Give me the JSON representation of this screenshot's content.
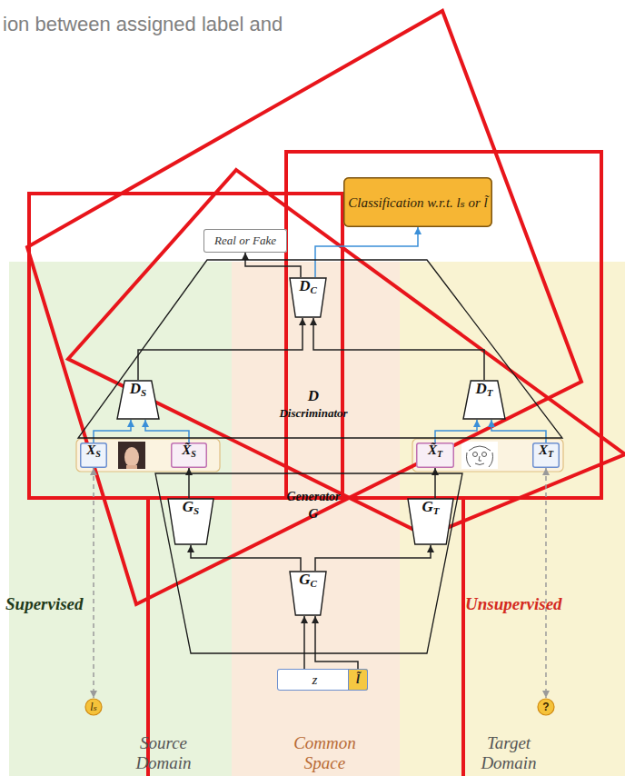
{
  "diagram": {
    "nodes": [
      {
        "text": [
          "Classification w.r.t. lₛ or l̃"
        ]
      },
      {
        "text": [
          "Real or Fake"
        ]
      },
      {
        "text": [
          "D",
          "Discriminator"
        ]
      },
      {
        "text": [
          "D",
          "C"
        ],
        "in": 2
      },
      {
        "text": [
          "D",
          "S"
        ],
        "in": 2
      },
      {
        "text": [
          "D",
          "T"
        ],
        "in": 2
      },
      {
        "text": [
          "X",
          "S"
        ]
      },
      {
        "text": [
          "X̃",
          "S"
        ]
      },
      {
        "text": [
          "X̃",
          "T"
        ]
      },
      {
        "text": [
          "X",
          "T"
        ]
      },
      {
        "text": [
          "Generator",
          "G"
        ]
      },
      {
        "text": [
          "G",
          "S"
        ],
        "in": 10
      },
      {
        "text": [
          "G",
          "T"
        ],
        "in": 10
      },
      {
        "text": [
          "G",
          "C"
        ],
        "in": 10
      },
      {
        "text": [
          "z"
        ]
      },
      {
        "text": [
          "l̃"
        ],
        "in": 14
      },
      {
        "text": [
          "lₛ"
        ]
      },
      {
        "text": [
          "?"
        ]
      }
    ],
    "edges": [
      {
        "from": 3,
        "to": 1,
        "arrow": "to"
      },
      {
        "from": 3,
        "to": 0,
        "arrow": "to"
      },
      {
        "from": 4,
        "to": 3,
        "arrow": "to"
      },
      {
        "from": 5,
        "to": 3,
        "arrow": "to"
      },
      {
        "from": 6,
        "to": 4,
        "arrow": "to"
      },
      {
        "from": 7,
        "to": 4,
        "arrow": "to"
      },
      {
        "from": 8,
        "to": 5,
        "arrow": "to"
      },
      {
        "from": 9,
        "to": 5,
        "arrow": "to"
      },
      {
        "from": 13,
        "to": 11,
        "arrow": "to"
      },
      {
        "from": 13,
        "to": 12,
        "arrow": "to"
      },
      {
        "from": 11,
        "to": 7,
        "arrow": "to"
      },
      {
        "from": 12,
        "to": 8,
        "arrow": "to"
      },
      {
        "from": 14,
        "to": 13,
        "arrow": "to"
      },
      {
        "from": 15,
        "to": 13,
        "arrow": "to"
      },
      {
        "from": 6,
        "to": 16,
        "arrow": "both"
      },
      {
        "from": 9,
        "to": 17,
        "arrow": "both"
      }
    ],
    "labels": [
      "ion between assigned label and",
      "Supervised",
      "Unsupervised",
      "Source Domain",
      "Common Space",
      "Target Domain"
    ]
  }
}
